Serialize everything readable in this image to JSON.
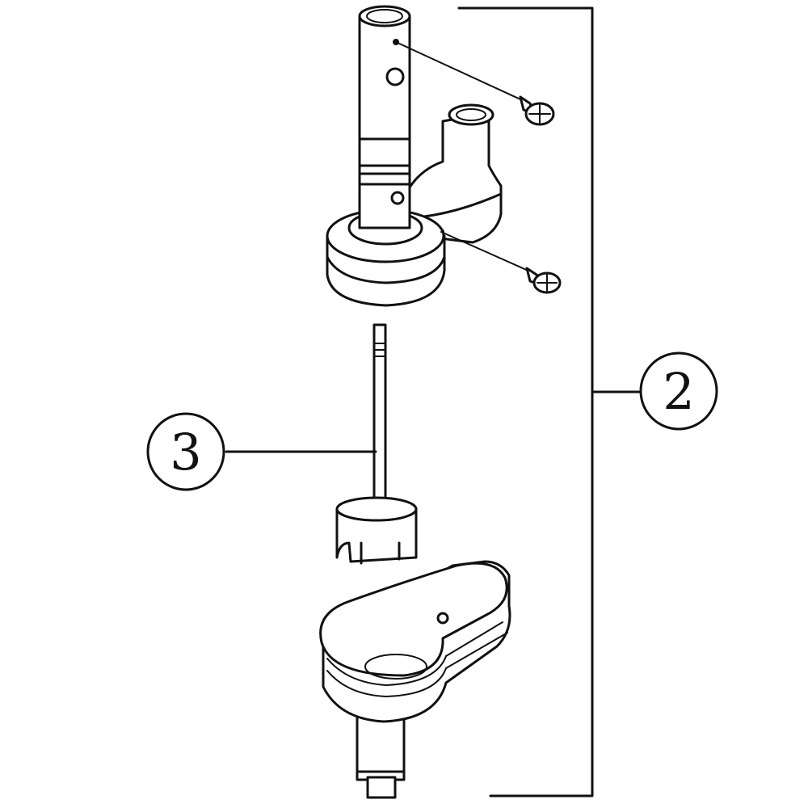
{
  "callouts": [
    {
      "id": "2",
      "label": "2"
    },
    {
      "id": "3",
      "label": "3"
    }
  ],
  "icons": [
    "pilot-tube-assembly-icon",
    "screw-icon",
    "plunger-rod-icon",
    "flapper-cup-icon",
    "valve-base-icon"
  ]
}
